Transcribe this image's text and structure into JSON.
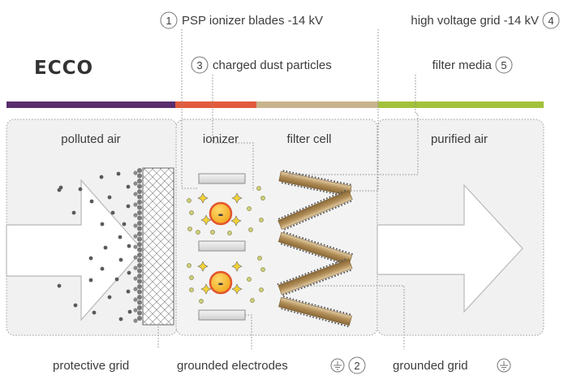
{
  "brand": "ECCO",
  "section_labels": {
    "polluted_air": "polluted air",
    "ionizer": "ionizer",
    "filter_cell": "filter cell",
    "purified_air": "purified air"
  },
  "callouts": [
    {
      "number": "1",
      "text": "PSP ionizer blades -14 kV"
    },
    {
      "number": "2",
      "text": "grounded electrodes"
    },
    {
      "number": "3",
      "text": "charged dust particles"
    },
    {
      "number": "4",
      "text": "high voltage grid -14 kV"
    },
    {
      "number": "5",
      "text": "filter media"
    }
  ],
  "bottom_labels": {
    "protective_grid": "protective grid",
    "grounded_electrodes": "grounded electrodes",
    "grounded_grid": "grounded grid"
  },
  "ion_sign": "-",
  "colors": {
    "band_polluted": "#5a2d6e",
    "band_ionizer": "#e25b3c",
    "band_filter": "#c8b48c",
    "band_purified": "#a3c23a",
    "ion_fill": "#f3b21d",
    "ion_ring": "#e2552d",
    "spark": "#f4d335",
    "plate": "#b08c55"
  }
}
